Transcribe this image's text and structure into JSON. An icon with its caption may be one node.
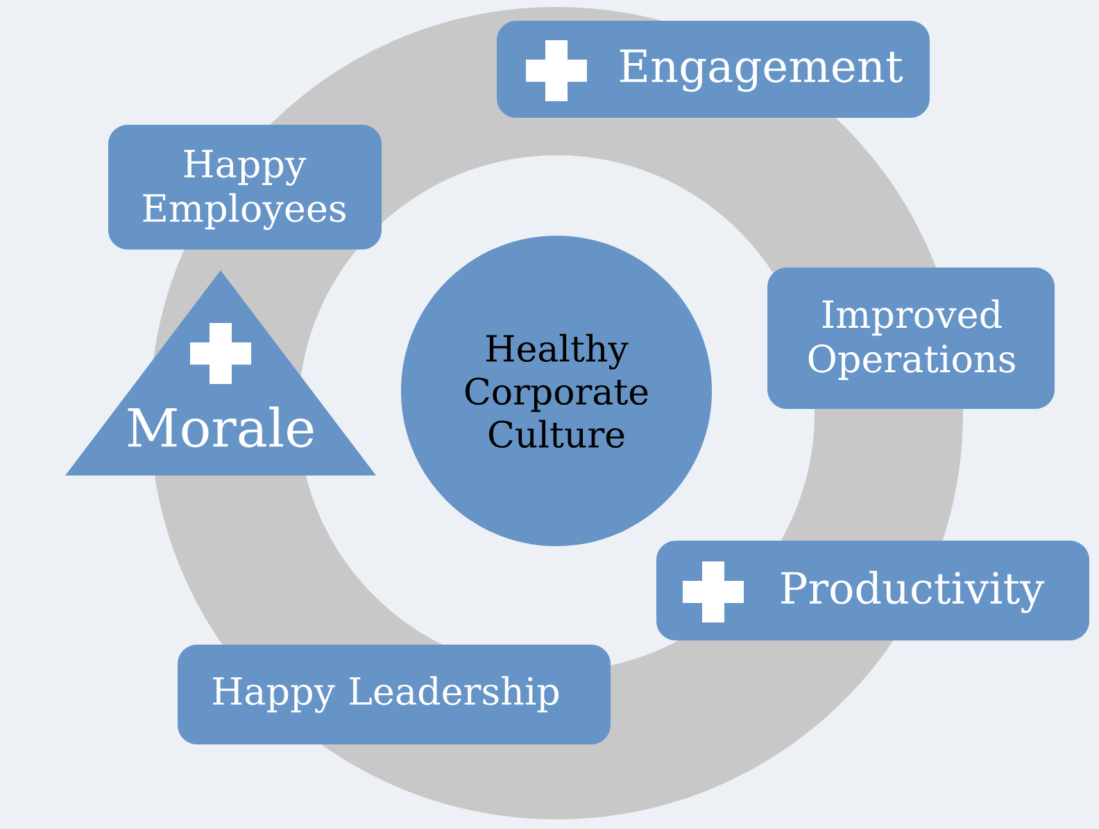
{
  "diagram": {
    "nodes": [
      {
        "text": [
          "Healthy Corporate Culture"
        ]
      },
      {
        "text": [
          "Engagement"
        ]
      },
      {
        "text": [
          "Happy Employees"
        ]
      },
      {
        "text": [
          "Morale"
        ]
      },
      {
        "text": [
          "Improved Operations"
        ]
      },
      {
        "text": [
          "Productivity"
        ]
      },
      {
        "text": [
          "Happy Leadership"
        ]
      }
    ]
  }
}
